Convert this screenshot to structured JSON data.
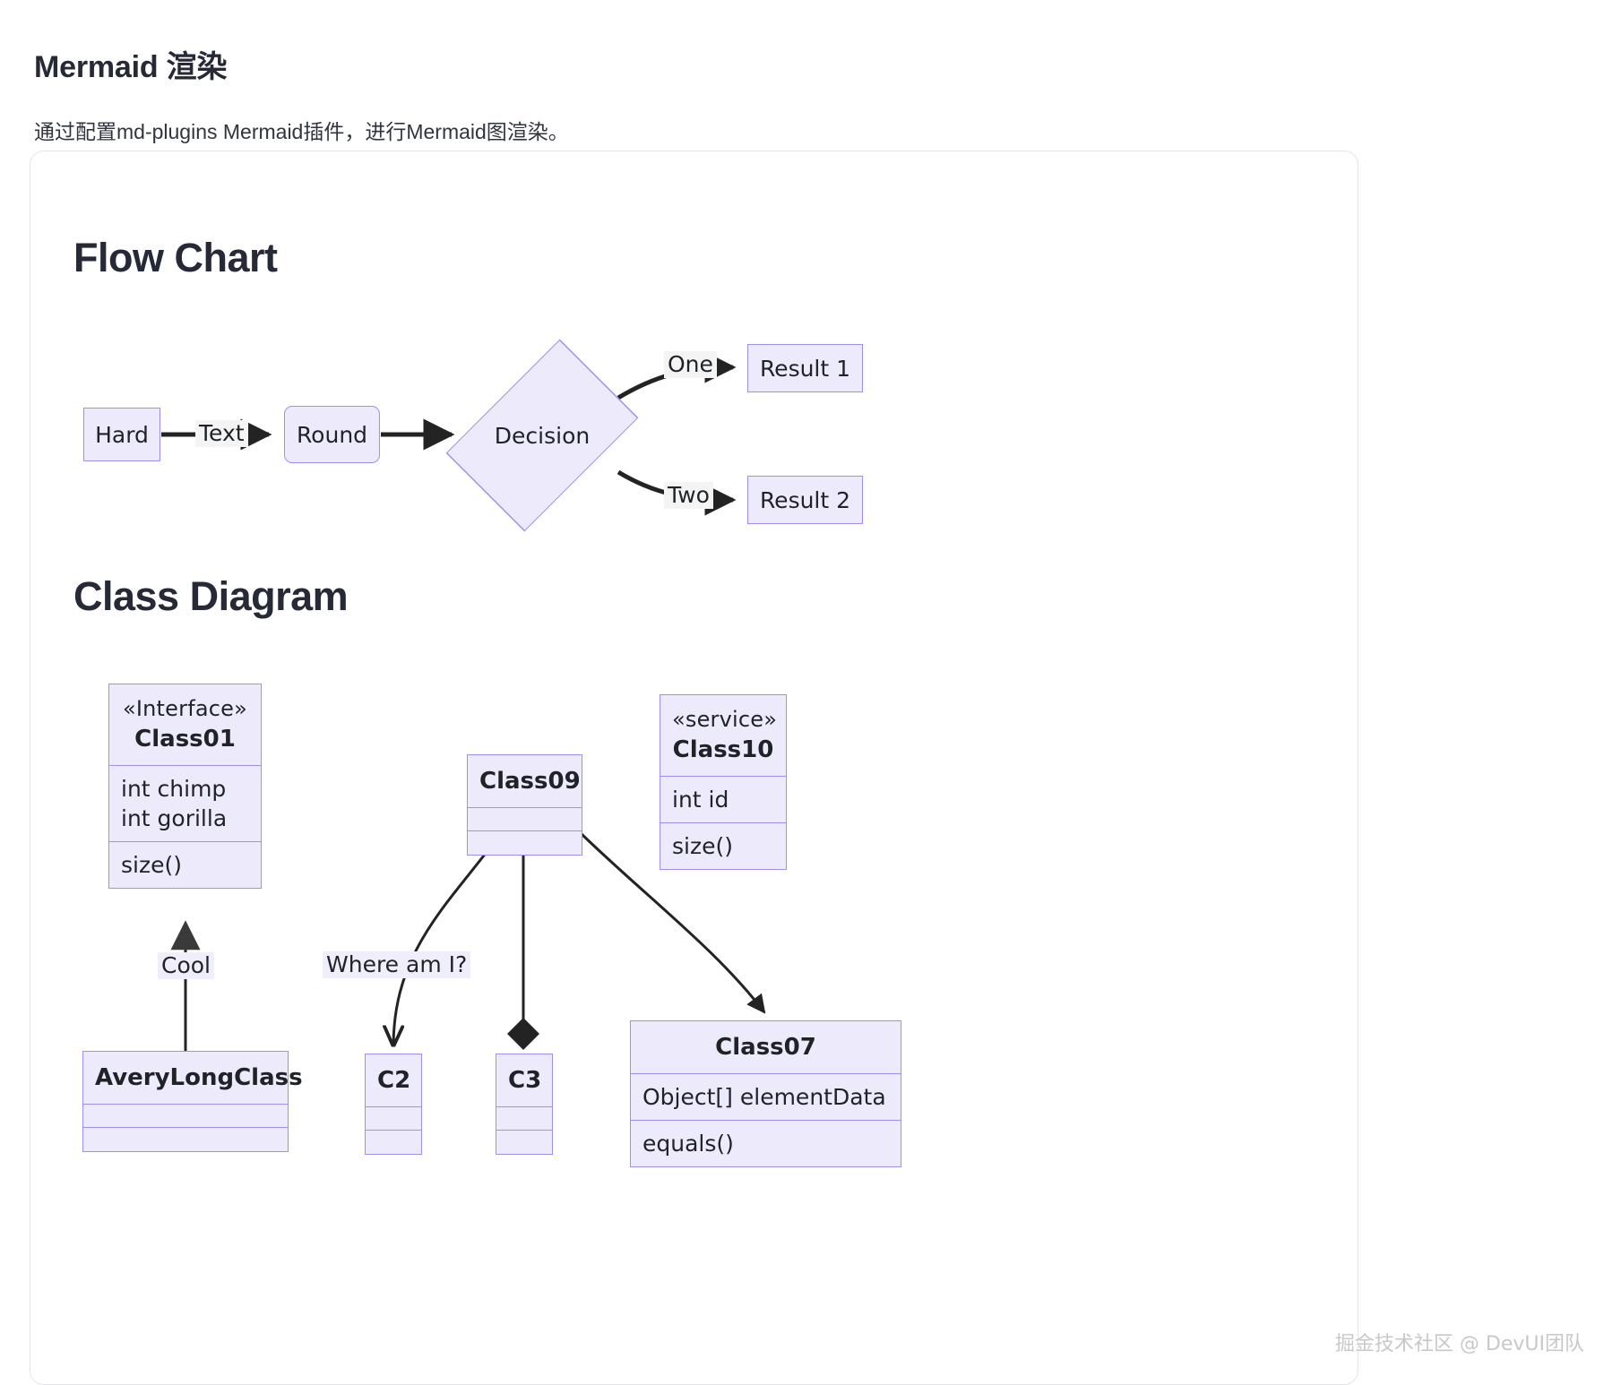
{
  "page": {
    "title": "Mermaid 渲染",
    "description": "通过配置md-plugins Mermaid插件，进行Mermaid图渲染。",
    "watermark": "掘金技术社区 @ DevUI团队"
  },
  "theme": {
    "node_fill": "#eceafb",
    "node_stroke": "#9f8fef",
    "edge_stroke": "#232323",
    "text": "#1f2328",
    "heading": "#262a37",
    "card_border": "#e3e5e9"
  },
  "flow_chart": {
    "heading": "Flow Chart",
    "nodes": [
      {
        "id": "hard",
        "label": "Hard",
        "shape": "rect"
      },
      {
        "id": "round",
        "label": "Round",
        "shape": "rounded-rect"
      },
      {
        "id": "decision",
        "label": "Decision",
        "shape": "diamond"
      },
      {
        "id": "result1",
        "label": "Result 1",
        "shape": "rect"
      },
      {
        "id": "result2",
        "label": "Result 2",
        "shape": "rect"
      }
    ],
    "edges": [
      {
        "from": "hard",
        "to": "round",
        "label": "Text"
      },
      {
        "from": "round",
        "to": "decision",
        "label": ""
      },
      {
        "from": "decision",
        "to": "result1",
        "label": "One"
      },
      {
        "from": "decision",
        "to": "result2",
        "label": "Two"
      }
    ]
  },
  "class_diagram": {
    "heading": "Class Diagram",
    "classes": [
      {
        "id": "class01",
        "stereotype": "«Interface»",
        "name": "Class01",
        "attributes": [
          "int chimp",
          "int gorilla"
        ],
        "methods": [
          "size()"
        ]
      },
      {
        "id": "class09",
        "stereotype": "",
        "name": "Class09",
        "attributes": [],
        "methods": []
      },
      {
        "id": "class10",
        "stereotype": "«service»",
        "name": "Class10",
        "attributes": [
          "int id"
        ],
        "methods": [
          "size()"
        ]
      },
      {
        "id": "averylongclass",
        "stereotype": "",
        "name": "AveryLongClass",
        "attributes": [],
        "methods": []
      },
      {
        "id": "c2",
        "stereotype": "",
        "name": "C2",
        "attributes": [],
        "methods": []
      },
      {
        "id": "c3",
        "stereotype": "",
        "name": "C3",
        "attributes": [],
        "methods": []
      },
      {
        "id": "class07",
        "stereotype": "",
        "name": "Class07",
        "attributes": [
          "Object[] elementData"
        ],
        "methods": [
          "equals()"
        ]
      }
    ],
    "relations": [
      {
        "from": "averylongclass",
        "to": "class01",
        "type": "inheritance",
        "label": "Cool"
      },
      {
        "from": "class09",
        "to": "c2",
        "type": "dependency",
        "label": "Where am I?"
      },
      {
        "from": "class09",
        "to": "c3",
        "type": "composition",
        "label": ""
      },
      {
        "from": "class09",
        "to": "class07",
        "type": "dependency",
        "label": ""
      }
    ]
  }
}
